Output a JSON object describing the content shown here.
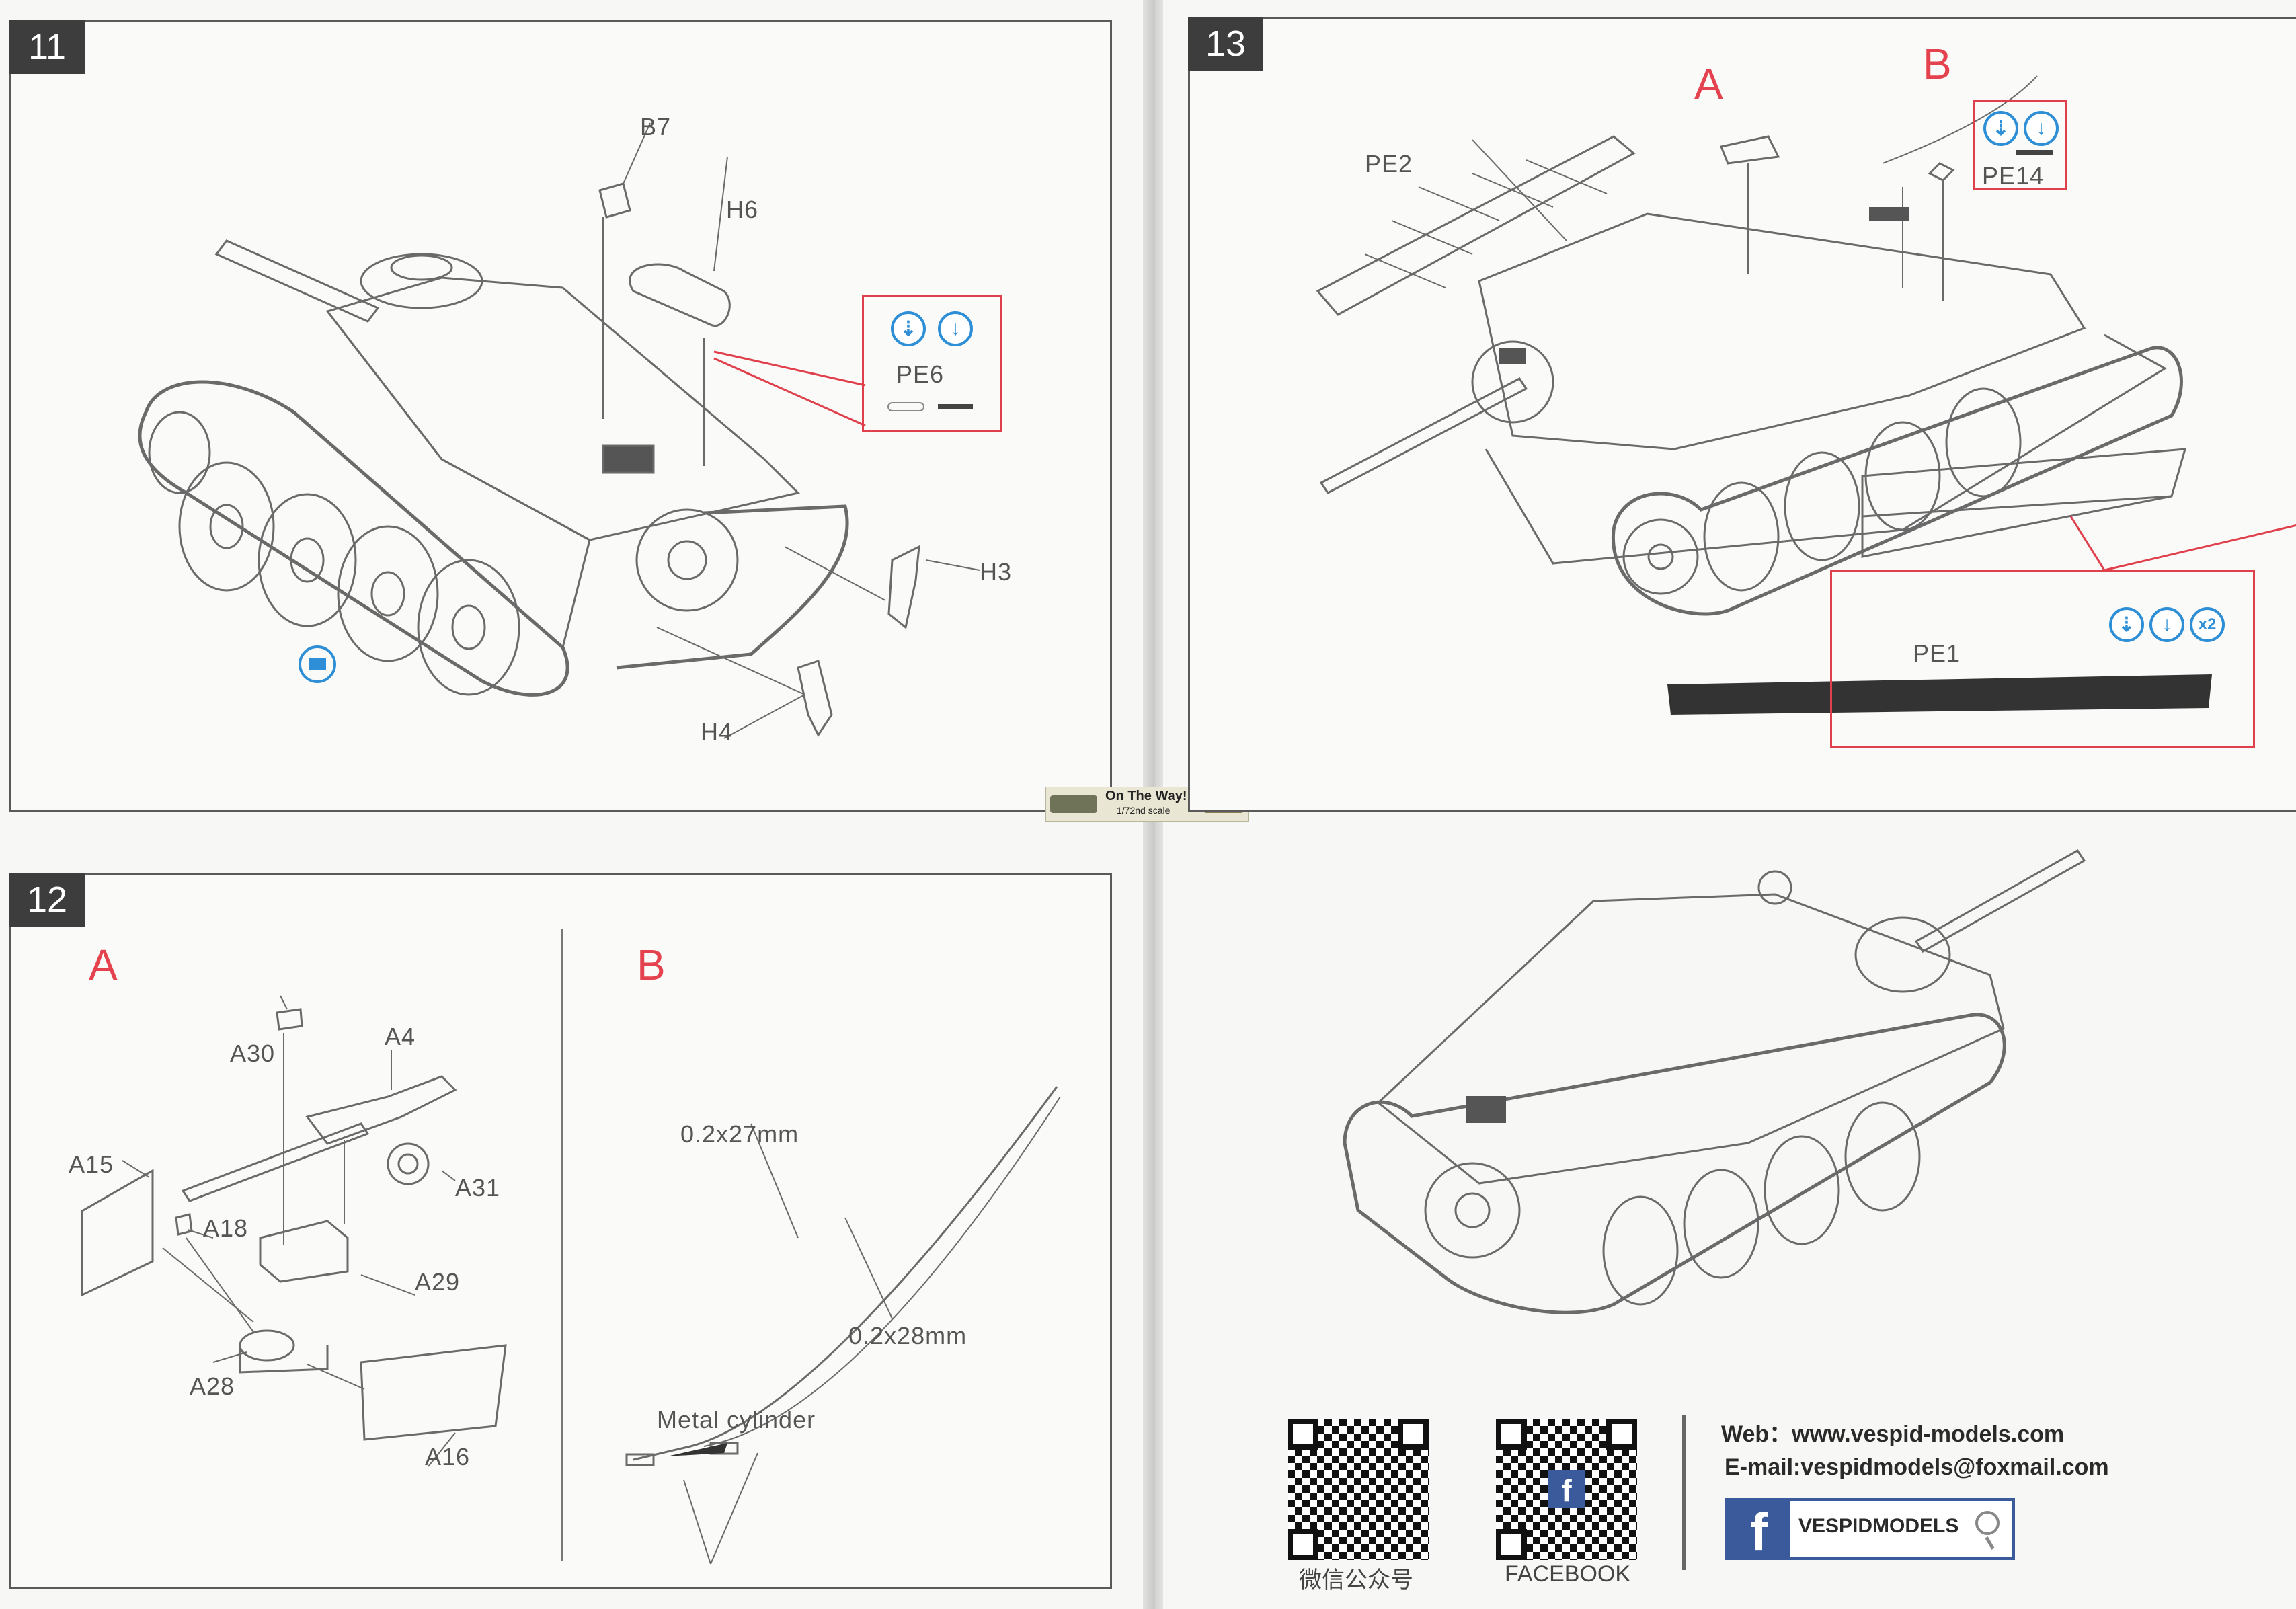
{
  "steps": {
    "s11": {
      "num": "11",
      "labels": {
        "b7": "B7",
        "h6": "H6",
        "h3": "H3",
        "h4": "H4"
      },
      "pe": {
        "label": "PE6"
      }
    },
    "s12": {
      "num": "12",
      "sub_a": "A",
      "sub_b": "B",
      "labels": {
        "a30": "A30",
        "a4": "A4",
        "a15": "A15",
        "a31": "A31",
        "a18": "A18",
        "a29": "A29",
        "a28": "A28",
        "a16": "A16"
      },
      "wire1": "0.2x27mm",
      "wire2": "0.2x28mm",
      "metal": "Metal cylinder"
    },
    "s13": {
      "num": "13",
      "sub_a": "A",
      "sub_b": "B",
      "labels": {
        "pe2": "PE2",
        "pe14": "PE14",
        "pe1": "PE1",
        "x2": "x2"
      }
    }
  },
  "badge": {
    "title": "On The Way!",
    "scale": "1/72nd scale"
  },
  "footer": {
    "web": "Web：www.vespid-models.com",
    "email": "E-mail:vespidmodels@foxmail.com",
    "qr1_caption": "微信公众号",
    "qr2_caption": "FACEBOOK",
    "fb_name": "VESPIDMODELS",
    "fb_letter": "f"
  },
  "icons": [
    "tweezers-icon",
    "cut-icon",
    "brush-icon",
    "search-icon",
    "facebook-icon",
    "qr-code"
  ],
  "colors": {
    "accent_red": "#e4424e",
    "icon_blue": "#2e8fd6",
    "facebook_blue": "#3a5a9b"
  }
}
